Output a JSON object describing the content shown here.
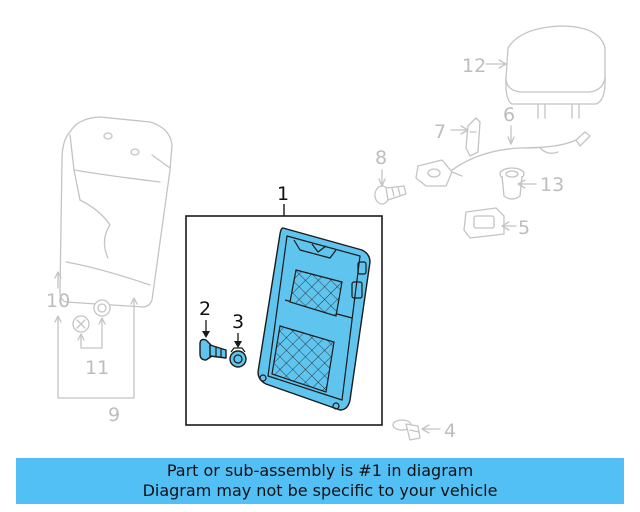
{
  "callouts": {
    "c1": "1",
    "c2": "2",
    "c3": "3",
    "c4": "4",
    "c5": "5",
    "c6": "6",
    "c7": "7",
    "c8": "8",
    "c9": "9",
    "c10": "10",
    "c11": "11",
    "c12": "12",
    "c13": "13"
  },
  "banner": {
    "line1": "Part or sub-assembly is #1 in diagram",
    "line2": "Diagram may not be specific to your vehicle",
    "background": "#52bff5"
  },
  "colors": {
    "highlight_part": "#5fc4ee",
    "inactive_part": "#c4c4c4",
    "outline": "#1a1a1a"
  }
}
